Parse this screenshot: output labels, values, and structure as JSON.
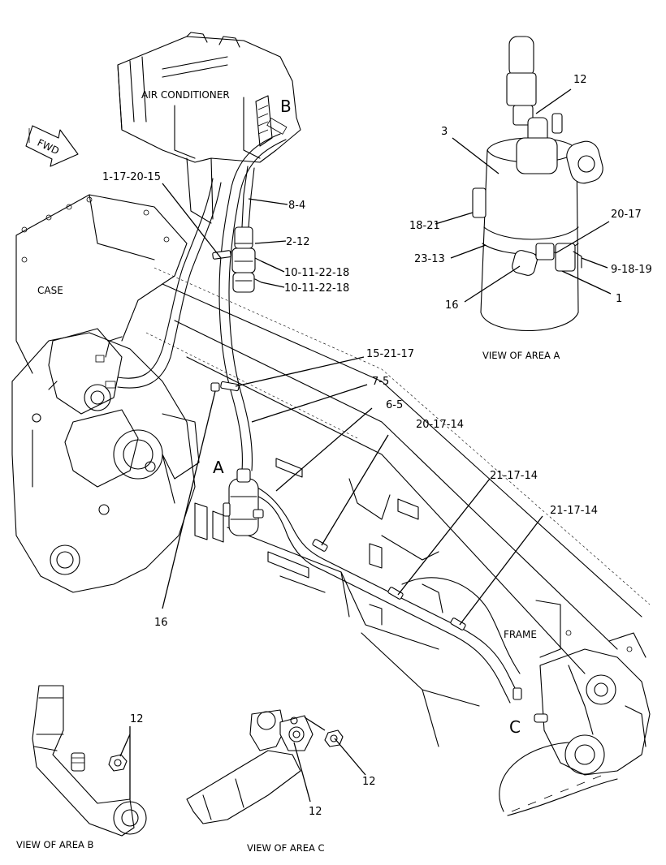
{
  "labels": {
    "air_conditioner": "AIR CONDITIONER",
    "fwd": "FWD",
    "case": "CASE",
    "frame": "FRAME"
  },
  "area_letters": {
    "a": "A",
    "b": "B",
    "c": "C"
  },
  "captions": {
    "view_a": "VIEW OF AREA  A",
    "view_b": "VIEW OF AREA  B",
    "view_c": "VIEW OF AREA  C"
  },
  "callouts": {
    "main": {
      "c_1_17_20_15": "1-17-20-15",
      "c_8_4": "8-4",
      "c_2_12": "2-12",
      "c_10_11_22_18_a": "10-11-22-18",
      "c_10_11_22_18_b": "10-11-22-18",
      "c_15_21_17": "15-21-17",
      "c_7_5": "7-5",
      "c_6_5": "6-5",
      "c_20_17_14": "20-17-14",
      "c_21_17_14_a": "21-17-14",
      "c_21_17_14_b": "21-17-14",
      "c_16": "16"
    },
    "view_a": {
      "c_12": "12",
      "c_3": "3",
      "c_18_21": "18-21",
      "c_20_17": "20-17",
      "c_23_13": "23-13",
      "c_9_18_19": "9-18-19",
      "c_16": "16",
      "c_1": "1"
    },
    "view_b": {
      "c_12": "12"
    },
    "view_c": {
      "c_12_a": "12",
      "c_12_b": "12"
    }
  }
}
